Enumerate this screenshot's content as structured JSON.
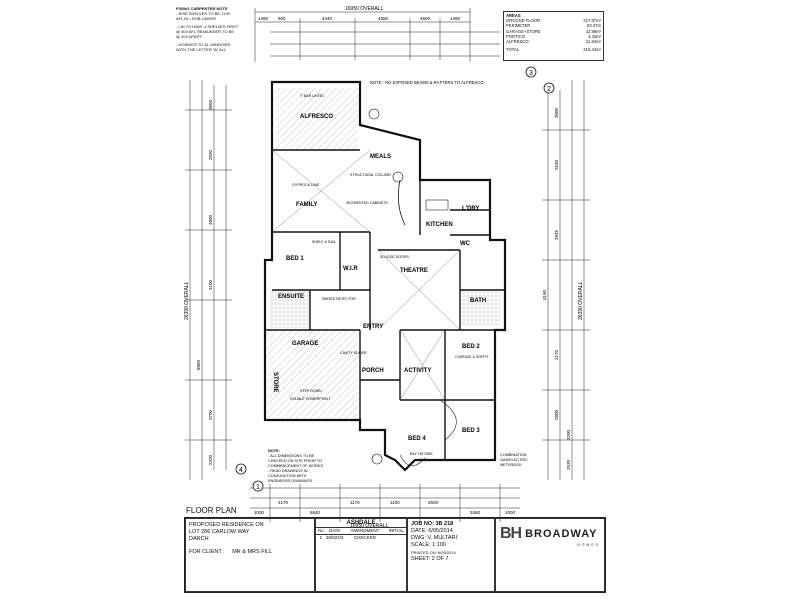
{
  "fixing_note": {
    "title": "FIXING CARPENTER NOTE",
    "lines": [
      "- RISE SHELVES TO BE 1700",
      "  AFL IN • ROB UNDER",
      "- LIN TO HAVE 4 SHELVES FIRST",
      "  @ 300 AFL REMAINDER TO BE",
      "  @ 300 APART",
      "- HOSINGS TO AL WINDOWS",
      "  WITH THE LETTER 'W' ALL"
    ]
  },
  "overall_dims": {
    "top": "16950 OVERALL",
    "bottom": "16950 OVERALL",
    "left": "26390 OVERALL",
    "right": "26390 OVERALL"
  },
  "top_dims": [
    "1490",
    "600",
    "4440",
    "4550",
    "4600",
    "1490"
  ],
  "right_dims": [
    "3600",
    "2530",
    "3945",
    "4190",
    "2170",
    "2800",
    "3200",
    "2530"
  ],
  "left_dims": [
    "3600",
    "2530",
    "4800",
    "3100",
    "8860",
    "3700",
    "2320"
  ],
  "bottom_dims": [
    "1000",
    "2170",
    "6640",
    "1170",
    "1100",
    "2500",
    "3460",
    "1000"
  ],
  "grid_markers": [
    "1",
    "2",
    "3",
    "4"
  ],
  "areas": {
    "title": "AREAS",
    "rows": [
      {
        "name": "GROUND FLOOR",
        "value": "227.57m²"
      },
      {
        "name": "PERIMETER",
        "value": "83.37m"
      },
      {
        "name": "GARAGE+STORE",
        "value": "42.89m²"
      },
      {
        "name": "PORTICO",
        "value": "4.42m²"
      },
      {
        "name": "ALFRESCO",
        "value": "31.64m²"
      }
    ],
    "total_label": "TOTAL",
    "total_value": "316.44m²"
  },
  "top_note": "NOTE : NO EXPOSED BEAMS & RAFTERS TO ALFRESCO",
  "rooms": [
    {
      "name": "ALFRESCO"
    },
    {
      "name": "MEALS"
    },
    {
      "name": "FAMILY"
    },
    {
      "name": "KITCHEN"
    },
    {
      "name": "L'DRY"
    },
    {
      "name": "WC"
    },
    {
      "name": "BED 1"
    },
    {
      "name": "W.I.R"
    },
    {
      "name": "THEATRE"
    },
    {
      "name": "ENSUITE"
    },
    {
      "name": "BATH"
    },
    {
      "name": "GARAGE"
    },
    {
      "name": "ENTRY"
    },
    {
      "name": "STORE"
    },
    {
      "name": "PORCH"
    },
    {
      "name": "ACTIVITY"
    },
    {
      "name": "BED 2"
    },
    {
      "name": "BED 3"
    },
    {
      "name": "BED 4"
    }
  ],
  "annotations": [
    "T' BAR LINTEL",
    "GYPROCK LINE",
    "STRUCTURAL COLUMN",
    "SEGMENTED CABINETS",
    "SHELF & RAIL",
    "SMOKE DETECTOR",
    "CAVITY SLIDER",
    "STEP DOWN",
    "DOUBLE POWERPOINT",
    "CORNICE & SOFFIT",
    "BAY ON SIDE",
    "SLUDGE DOORS"
  ],
  "left_note": [
    "NOTE:",
    "- ALL DIMENSIONS TO BE",
    "  CHECKED ON SITE PRIOR TO",
    "  COMMENCEMENT OF WORKS",
    "- READ DRAWINGS IN",
    "  CONJUNCTION WITH",
    "  ENGINEERS DRAWINGS"
  ],
  "combo_note": [
    "COMBINATION",
    "GAS/ELECTRIC",
    "METERBOX"
  ],
  "floor_plan_label": "FLOOR PLAN",
  "title_block": {
    "project_name": "ASHDALE",
    "proposed": "PROPOSED RESIDENCE ON",
    "lot": "LOT 286 CARLOW WAY",
    "suburb": "DARCH",
    "client_label": "FOR CLIENT :",
    "client_name": "MR & MRS FILL",
    "amend_headers": [
      "No",
      "DATE",
      "AMENDMENT",
      "INITIAL"
    ],
    "amendment": {
      "no": "1",
      "date": "28/02/03",
      "text": "CHECKED",
      "initial": ""
    },
    "job_no": "JOB NO: 3B 218",
    "date": "DATE: 6/05/2014",
    "dwg": "DWG: V. MULTARI",
    "scale": "SCALE: 1:100",
    "printed": "PRINTED ON: 6/05/2014",
    "sheet": "SHEET: 2 OF 7",
    "logo_mark": "BH",
    "company": "BROADWAY",
    "company_sub": "HOMES"
  },
  "colors": {
    "line": "#1a1a1a",
    "wall": "#111111",
    "hatch": "#7a7a7a",
    "paper": "#ffffff"
  }
}
